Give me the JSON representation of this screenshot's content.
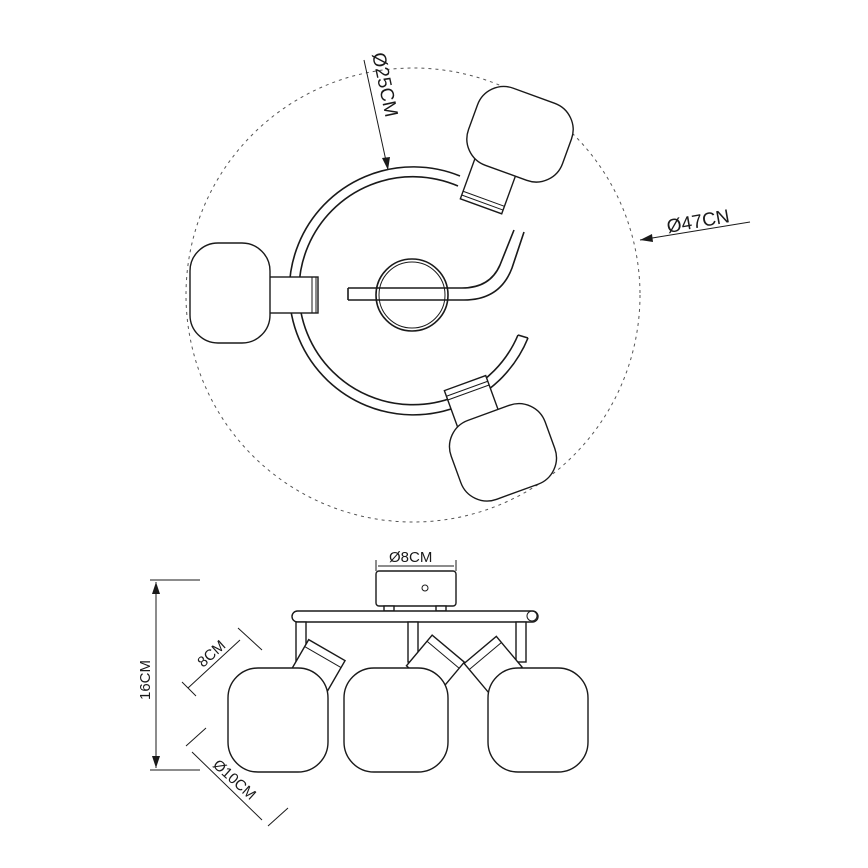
{
  "top_view": {
    "outer_diameter_label": "Ø47CN",
    "inner_diameter_label": "Ø25CM"
  },
  "side_view": {
    "canopy_diameter_label": "Ø8CM",
    "height_label": "16CM",
    "arm_length_label": "8CM",
    "shade_diameter_label": "Ø10CM"
  }
}
